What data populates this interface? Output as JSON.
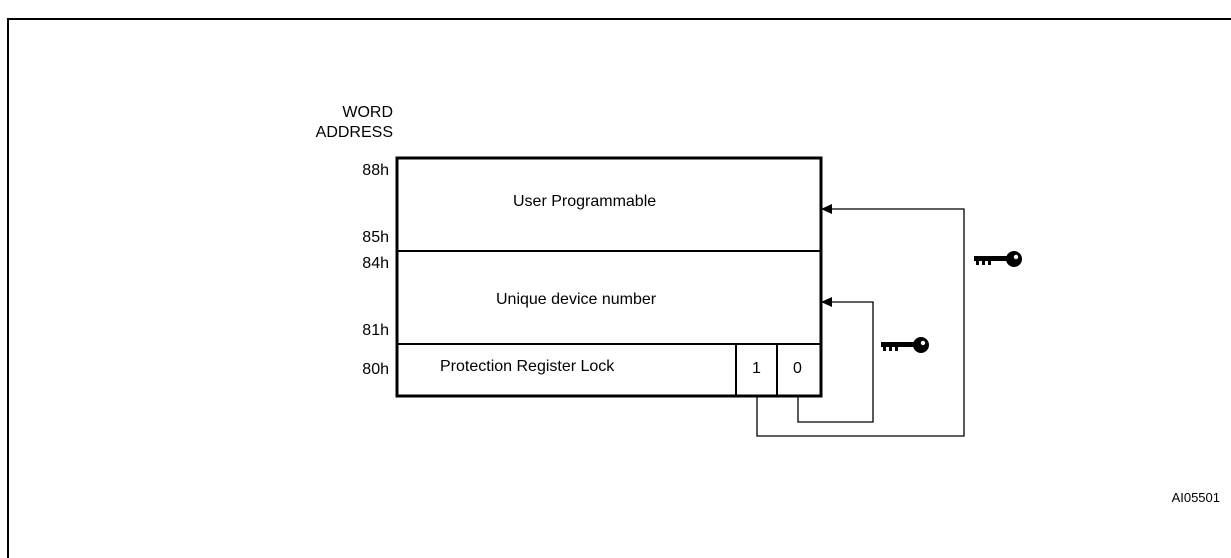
{
  "figure": {
    "caption": "",
    "reference_code": "AI05501"
  },
  "axis": {
    "header_line1": "WORD",
    "header_line2": "ADDRESS"
  },
  "addresses": [
    "88h",
    "85h",
    "84h",
    "81h",
    "80h"
  ],
  "blocks": {
    "user_programmable": "User Programmable",
    "unique_device_number": "Unique device number",
    "protection_register_lock": "Protection Register Lock"
  },
  "lock_bits": [
    "1",
    "0"
  ],
  "icons": [
    "key-icon",
    "key-icon"
  ]
}
